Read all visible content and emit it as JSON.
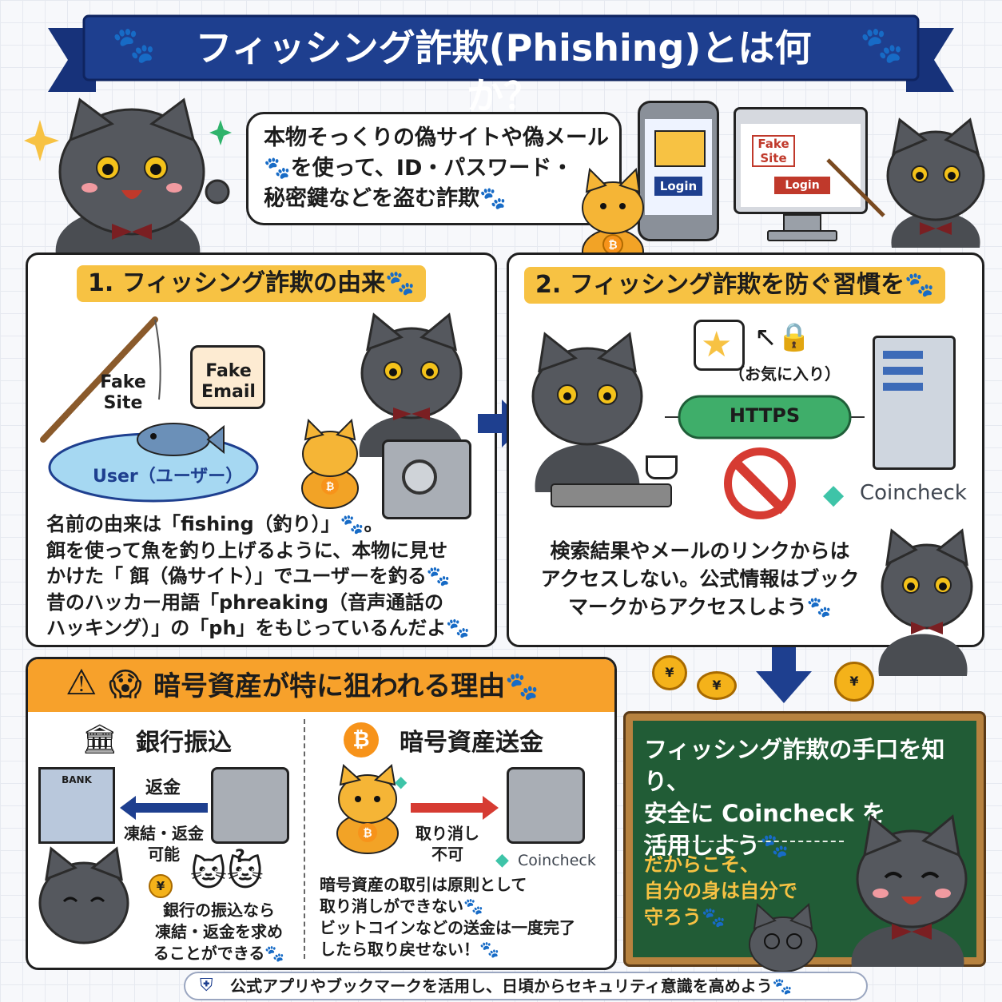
{
  "title": {
    "text": "フィッシング詐欺(Phishing)とは何か？",
    "paw_color": "#f3b93b"
  },
  "intro": {
    "bubble": "本物そっくりの偽サイトや偽メール\n🐾を使って、ID・パスワード・\n秘密鍵などを盗む詐欺🐾",
    "phone_login": "Login",
    "desktop_fake_site": "Fake\nSite",
    "desktop_login": "Login"
  },
  "section1": {
    "heading": "1. フィッシング詐欺の由来🐾",
    "rod_label": "Fake\nSite",
    "email_label": "Fake\nEmail",
    "pond_label": "User（ユーザー）",
    "body": "名前の由来は「fishing（釣り）」🐾。\n餌を使って魚を釣り上げるように、本物に見せ\nかけた「 餌（偽サイト）」でユーザーを釣る🐾\n昔のハッカー用語「phreaking（音声通話の\nハッキング）」の「ph」をもじっているんだよ🐾"
  },
  "section2": {
    "heading": "2. フィッシング詐欺を防ぐ習慣を🐾",
    "bookmark_label": "（お気に入り）",
    "https_label": "HTTPS",
    "brand": "Coincheck",
    "body": "検索結果やメールのリンクからは\nアクセスしない。公式情報はブック\nマークからアクセスしよう🐾"
  },
  "section3": {
    "heading": "暗号資産が特に狙われる理由🐾",
    "bank": {
      "title": "銀行振込",
      "bank_sign": "BANK",
      "arrow_label": "返金",
      "caption": "凍結・返金\n可能",
      "question": "?",
      "body": "銀行の振込なら\n凍結・返金を求め\nることができる🐾"
    },
    "crypto": {
      "title": "暗号資産送金",
      "caption": "取り消し\n不可",
      "brand": "Coincheck",
      "body": "暗号資産の取引は原則として\n取り消しができない🐾\nビットコインなどの送金は一度完了\nしたら取り戻せない！🐾"
    }
  },
  "board": {
    "main": "フィッシング詐欺の手口を知り、\n安全に Coincheck を\n活用しよう🐾",
    "sub": "だからこそ、\n自分の身は自分で\n守ろう🐾"
  },
  "footer": {
    "text": "公式アプリやブックマークを活用し、日頃からセキュリティ意識を高めよう🐾"
  },
  "colors": {
    "navy": "#1e3f8f",
    "orange": "#f7a12b",
    "gold": "#f7c243",
    "board": "#215c36",
    "board_frame": "#b7823f"
  }
}
